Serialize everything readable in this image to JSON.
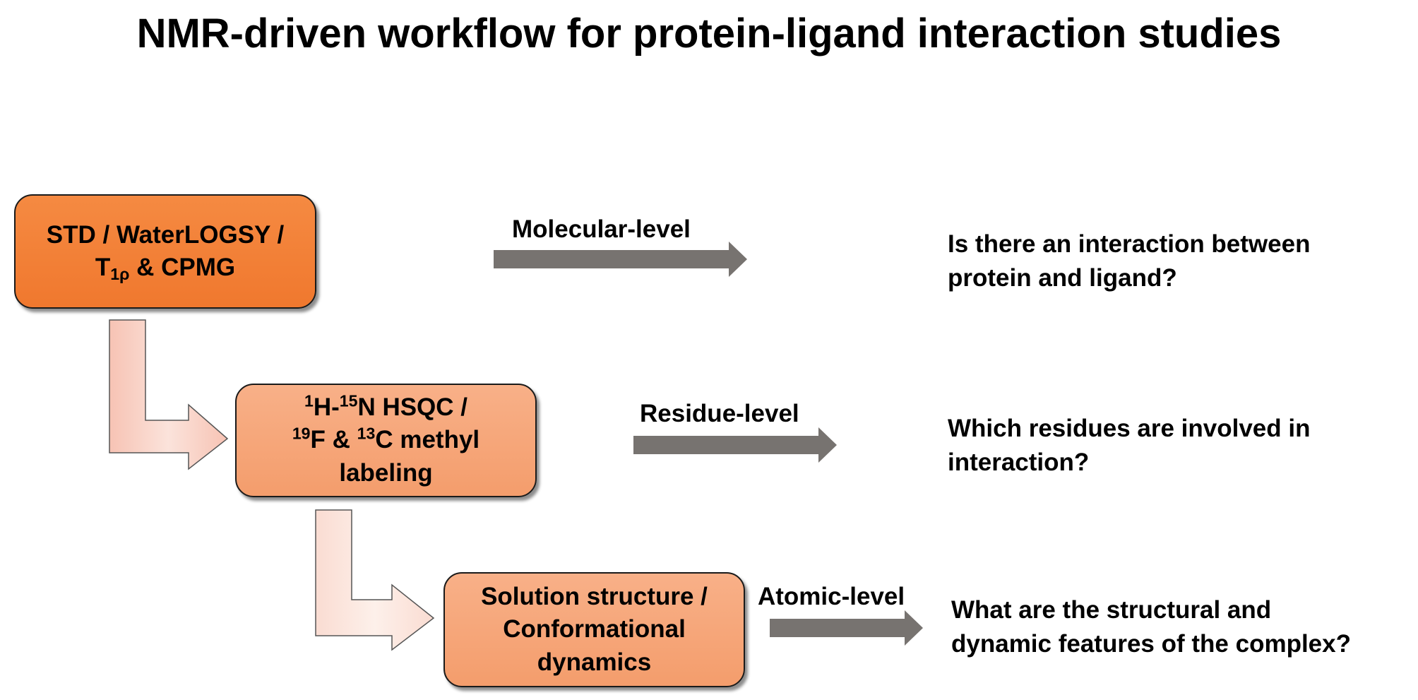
{
  "title": "NMR-driven workflow for protein-ligand interaction studies",
  "colors": {
    "box_primary": "#f5883f",
    "box_secondary": "#f6a77a",
    "connector_fill": "#f8cfc3",
    "level_arrow": "#777370",
    "text": "#000000"
  },
  "steps": [
    {
      "line1": "STD / WaterLOGSY /",
      "line2_base": "T",
      "line2_sub": "1ρ",
      "line2_rest": " & CPMG",
      "level": "Molecular-level",
      "question_line1": "Is there an interaction between",
      "question_line2": "protein and ligand?"
    },
    {
      "line1_sup_a": "1",
      "line1_mid": "H-",
      "line1_sup_b": "15",
      "line1_rest": "N HSQC /",
      "line2_sup_a": "19",
      "line2_mid": "F & ",
      "line2_sup_b": "13",
      "line2_rest": "C methyl",
      "line3": "labeling",
      "level": "Residue-level",
      "question_line1": "Which residues are involved in",
      "question_line2": "interaction?"
    },
    {
      "line1": "Solution structure /",
      "line2": "Conformational",
      "line3": "dynamics",
      "level": "Atomic-level",
      "question_line1": "What are the structural and",
      "question_line2": "dynamic features of the complex?"
    }
  ]
}
